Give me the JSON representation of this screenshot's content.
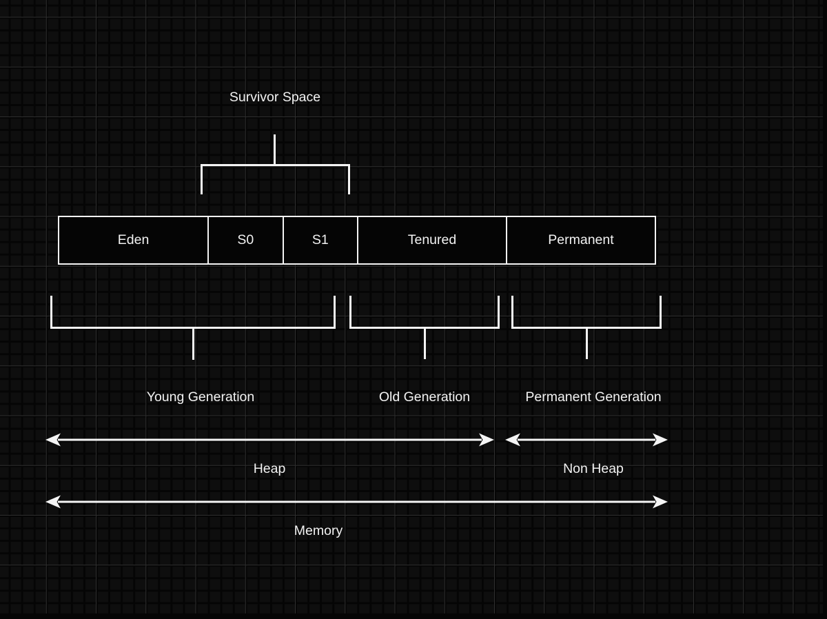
{
  "diagram": {
    "survivor_space_label": "Survivor Space",
    "memory_boxes": [
      {
        "label": "Eden"
      },
      {
        "label": "S0"
      },
      {
        "label": "S1"
      },
      {
        "label": "Tenured"
      },
      {
        "label": "Permanent"
      }
    ],
    "generation_labels": [
      {
        "label": "Young Generation"
      },
      {
        "label": "Old Generation"
      },
      {
        "label": "Permanent Generation"
      }
    ],
    "span_labels": {
      "heap": "Heap",
      "non_heap": "Non Heap",
      "memory": "Memory"
    },
    "colors": {
      "background": "#0e0e0e",
      "stroke": "#f5f5f5",
      "text": "#f2f2f2",
      "box_fill": "#050505",
      "grid_major": "#2f2f2f",
      "grid_gap": "#050505"
    }
  }
}
